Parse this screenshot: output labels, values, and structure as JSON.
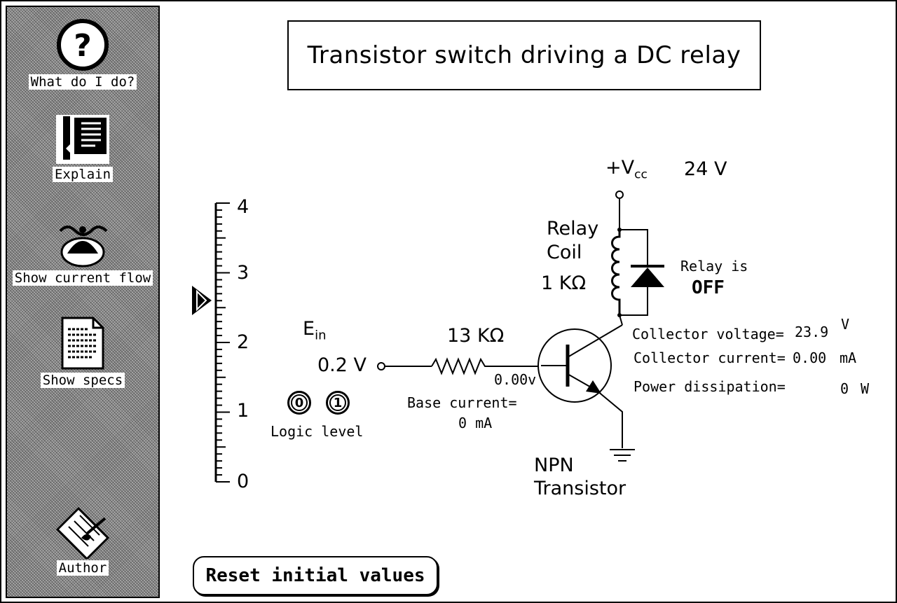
{
  "sidebar": {
    "help_label": "What do I do?",
    "explain_label": "Explain",
    "current_flow_label": "Show current flow",
    "specs_label": "Show specs",
    "author_label": "Author"
  },
  "title": "Transistor switch driving a DC relay",
  "input": {
    "label": "E",
    "subscript": "in",
    "value": "0.2 V",
    "scale_ticks": [
      "4",
      "3",
      "2",
      "1",
      "0"
    ],
    "slider_value": 2.6,
    "logic_levels": [
      "0",
      "1"
    ],
    "logic_label": "Logic level"
  },
  "resistor": {
    "value": "13 KΩ"
  },
  "base": {
    "voltage": "0.00v",
    "current_label": "Base current=",
    "current_value": "0  mA"
  },
  "supply": {
    "label": "+V",
    "subscript": "cc",
    "value": "24 V"
  },
  "relay": {
    "coil_label_1": "Relay",
    "coil_label_2": "Coil",
    "coil_value": "1  KΩ",
    "status_label": "Relay is",
    "status_value": "OFF"
  },
  "readouts": {
    "collector_voltage_label": "Collector voltage=",
    "collector_voltage_value": "23.9",
    "collector_voltage_unit": "V",
    "collector_current_label": "Collector current=",
    "collector_current_value": "0.00",
    "collector_current_unit": "mA",
    "power_label": "Power dissipation=",
    "power_value": "0",
    "power_unit": "W"
  },
  "transistor": {
    "label_1": "NPN",
    "label_2": "Transistor"
  },
  "reset_label": "Reset initial values"
}
